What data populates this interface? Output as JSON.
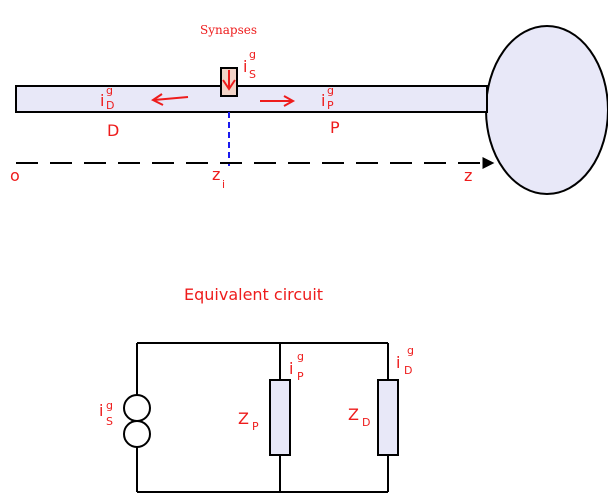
{
  "colors": {
    "label": "#ee1c1c",
    "outline": "#000000",
    "fill": "#e8e8f8",
    "axis_marker": "#1a1aee"
  },
  "neuron": {
    "synapses_label": "Synapses",
    "current_synapse": {
      "main": "i",
      "sup": "g",
      "sub": "S"
    },
    "current_distal": {
      "main": "i",
      "sup": "g",
      "sub": "D"
    },
    "current_proximal": {
      "main": "i",
      "sup": "g",
      "sub": "P"
    },
    "distal_label": "D",
    "proximal_label": "P",
    "origin_label": "o",
    "position_label": {
      "main": "z",
      "sub": "i"
    },
    "axis_label": "z"
  },
  "circuit": {
    "title": "Equivalent circuit",
    "source_current": {
      "main": "i",
      "sup": "g",
      "sub": "S"
    },
    "branch_p_current": {
      "main": "i",
      "sup": "g",
      "sub": "P"
    },
    "branch_d_current": {
      "main": "i",
      "sup": "g",
      "sub": "D"
    },
    "impedance_p": {
      "main": "Z",
      "sub": "P"
    },
    "impedance_d": {
      "main": "Z",
      "sub": "D"
    }
  }
}
